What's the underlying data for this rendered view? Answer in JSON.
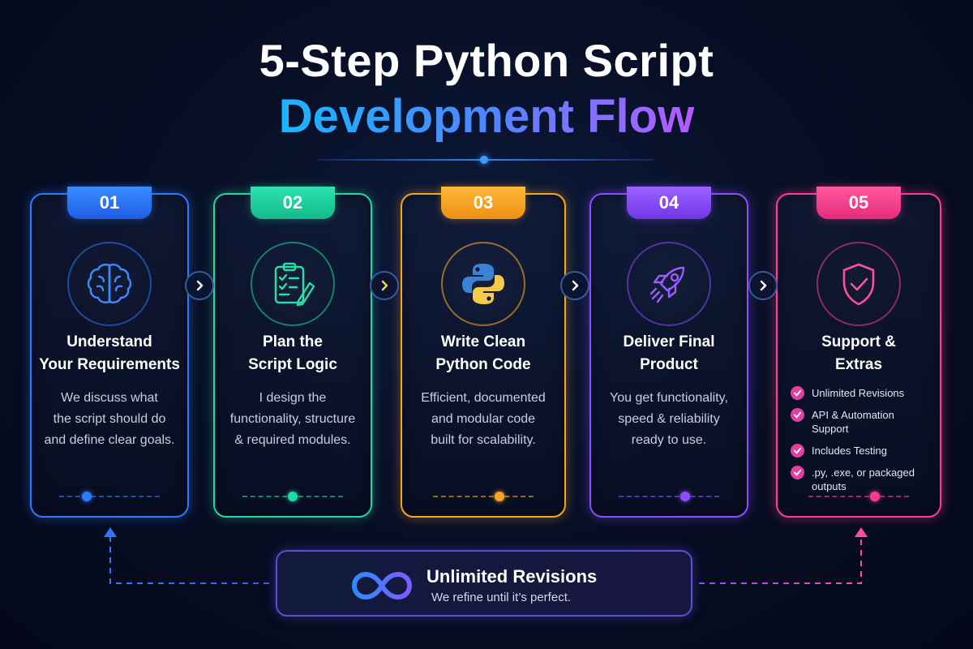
{
  "title": {
    "line1": "5-Step Python Script",
    "line2": "Development Flow"
  },
  "steps": [
    {
      "number": "01",
      "title_line1": "Understand",
      "title_line2": "Your Requirements",
      "desc": [
        "We discuss what",
        "the script should do",
        "and define clear goals."
      ],
      "icon": "brain-icon",
      "color": "#2b7bff"
    },
    {
      "number": "02",
      "title_line1": "Plan the",
      "title_line2": "Script Logic",
      "desc": [
        "I design the",
        "functionality, structure",
        "& required modules."
      ],
      "icon": "clipboard-checklist-icon",
      "color": "#1ed9a0"
    },
    {
      "number": "03",
      "title_line1": "Write Clean",
      "title_line2": "Python Code",
      "desc": [
        "Efficient, documented",
        "and modular code",
        "built for scalability."
      ],
      "icon": "python-logo-icon",
      "color": "#f5a623"
    },
    {
      "number": "04",
      "title_line1": "Deliver Final",
      "title_line2": "Product",
      "desc": [
        "You get functionality,",
        "speed & reliability",
        "ready to use."
      ],
      "icon": "rocket-icon",
      "color": "#8a4dff"
    },
    {
      "number": "05",
      "title_line1": "Support &",
      "title_line2": "Extras",
      "extras": [
        "Unlimited Revisions",
        "API & Automation Support",
        "Includes Testing",
        ".py, .exe, or packaged outputs"
      ],
      "icon": "shield-check-icon",
      "color": "#ff3d8f"
    }
  ],
  "banner": {
    "title": "Unlimited Revisions",
    "subtitle": "We refine until it’s perfect.",
    "icon": "infinity-icon"
  }
}
